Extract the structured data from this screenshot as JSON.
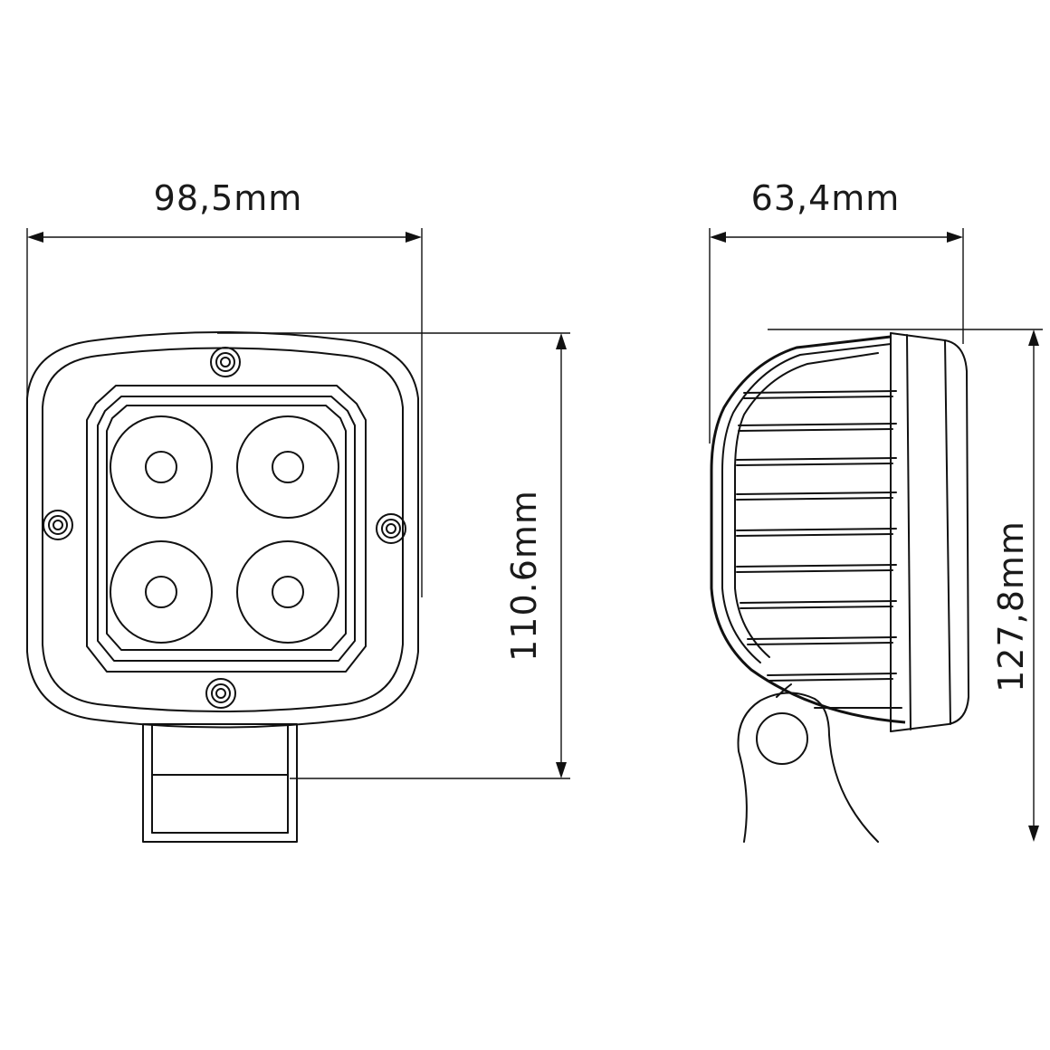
{
  "front_view": {
    "width_label": "98,5mm",
    "height_label": "110.6mm"
  },
  "side_view": {
    "depth_label": "63,4mm",
    "height_label": "127,8mm"
  },
  "colors": {
    "line": "#111111",
    "background": "#ffffff"
  }
}
